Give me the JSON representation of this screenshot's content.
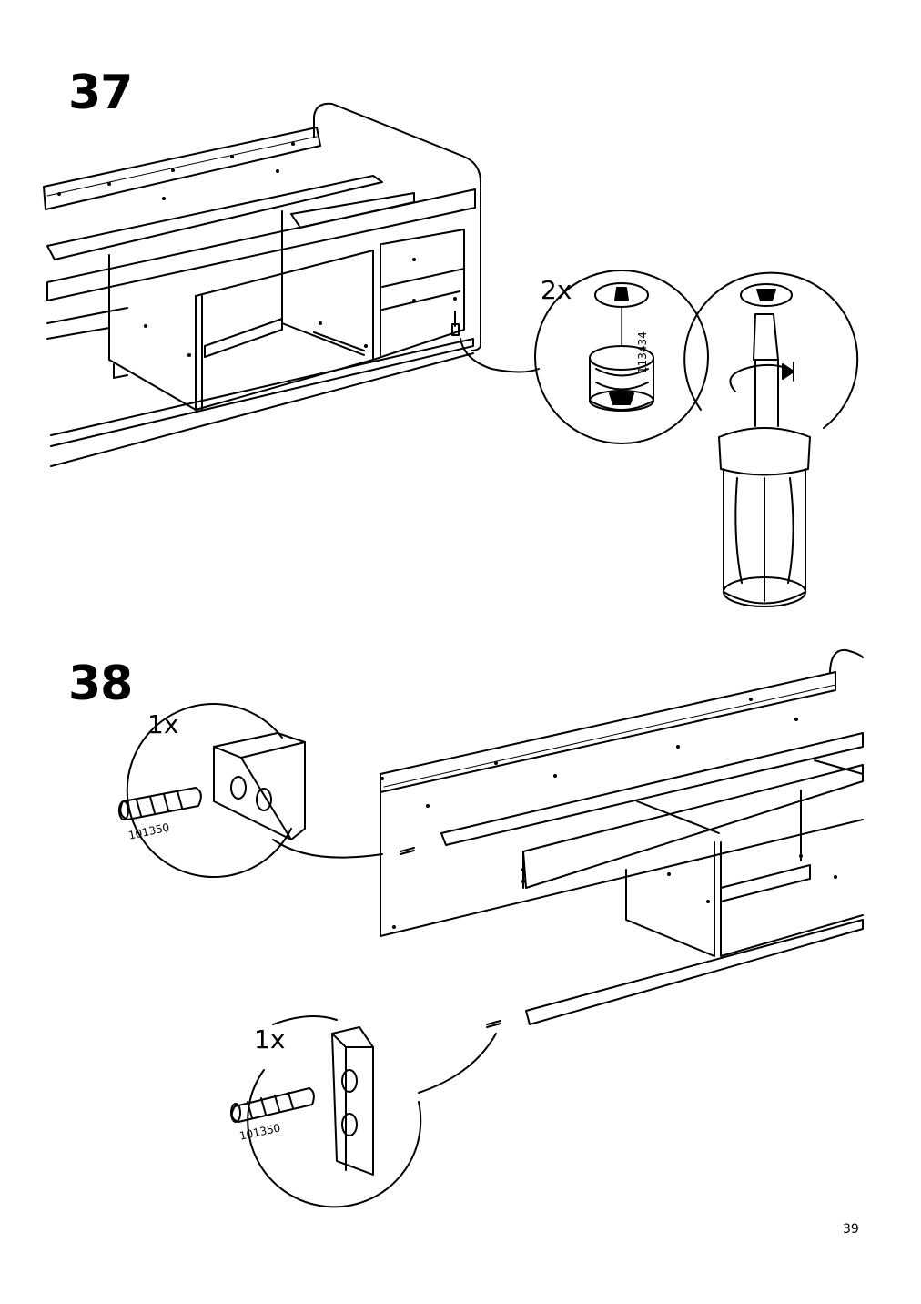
{
  "page": {
    "number": "39"
  },
  "steps": [
    {
      "number": "37",
      "detail": {
        "quantity": "2x",
        "part_number": "113434"
      }
    },
    {
      "number": "38",
      "details": [
        {
          "quantity": "1x",
          "part_number": "101350"
        },
        {
          "quantity": "1x",
          "part_number": "101350"
        }
      ]
    }
  ]
}
